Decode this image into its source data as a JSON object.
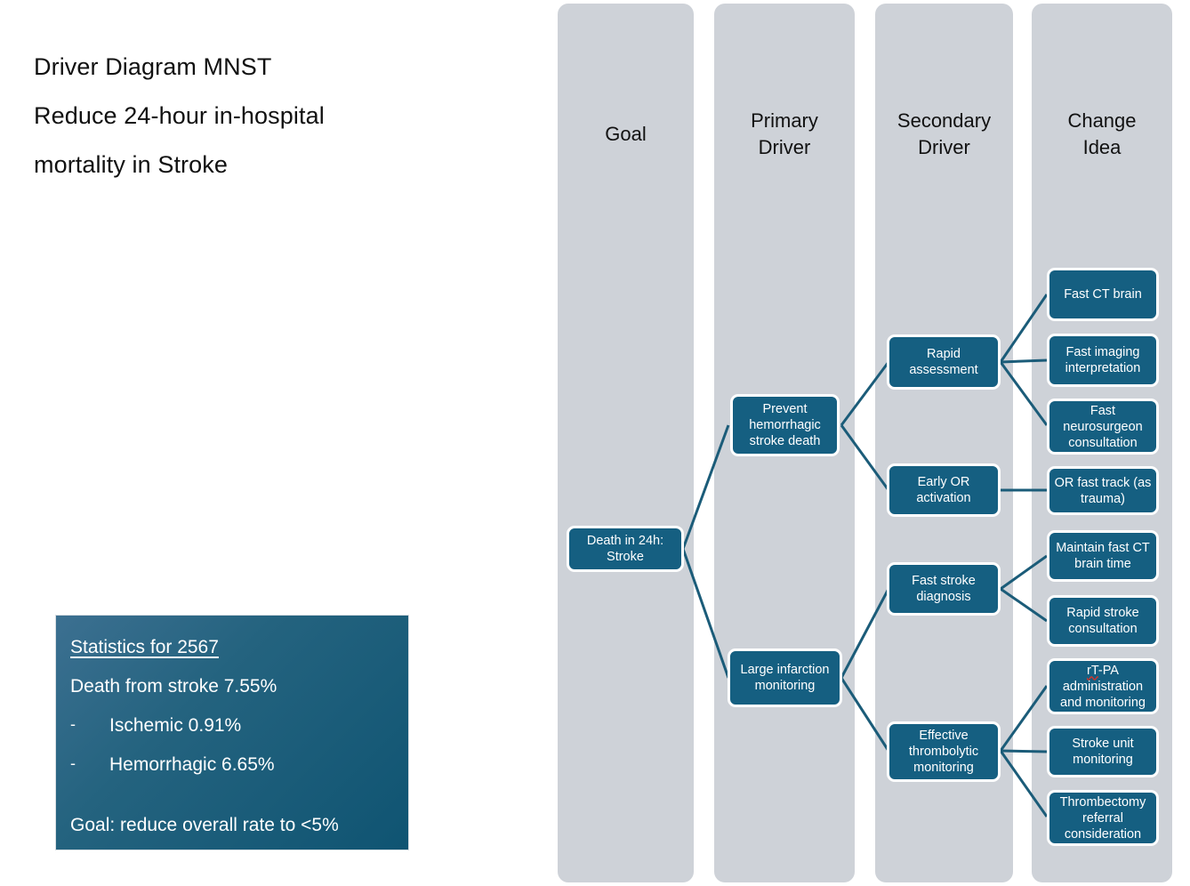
{
  "title": {
    "line1": "Driver Diagram MNST",
    "line2": "Reduce 24-hour in-hospital",
    "line3": "mortality in Stroke"
  },
  "statistics": {
    "heading": "Statistics for 2567",
    "overall": "Death from stroke 7.55%",
    "bullet_marker": "-",
    "items": [
      {
        "label": "Ischemic 0.91%"
      },
      {
        "label": "Hemorrhagic 6.65%"
      }
    ],
    "goal": "Goal: reduce overall rate to <5%"
  },
  "columns": [
    {
      "id": "goal",
      "header": "Goal"
    },
    {
      "id": "primary-driver",
      "header": "Primary\nDriver"
    },
    {
      "id": "secondary-driver",
      "header": "Secondary\nDriver"
    },
    {
      "id": "change-idea",
      "header": "Change\nIdea"
    }
  ],
  "nodes": {
    "goal": [
      {
        "id": "death-24h-stroke",
        "label": "Death in 24h:\nStroke"
      }
    ],
    "primary_drivers": [
      {
        "id": "prevent-hemorrhagic-stroke-death",
        "label": "Prevent\nhemorrhagic\nstroke death"
      },
      {
        "id": "large-infarction-monitoring",
        "label": "Large infarction\nmonitoring"
      }
    ],
    "secondary_drivers": [
      {
        "id": "rapid-assessment",
        "label": "Rapid\nassessment"
      },
      {
        "id": "early-or-activation",
        "label": "Early OR\nactivation"
      },
      {
        "id": "fast-stroke-diagnosis",
        "label": "Fast stroke\ndiagnosis"
      },
      {
        "id": "effective-thrombolytic-monitoring",
        "label": "Effective\nthrombolytic\nmonitoring"
      }
    ],
    "change_ideas": [
      {
        "id": "fast-ct-brain",
        "label": "Fast CT brain"
      },
      {
        "id": "fast-imaging-interpretation",
        "label": "Fast imaging\ninterpretation"
      },
      {
        "id": "fast-neurosurgeon-consultation",
        "label": "Fast\nneurosurgeon\nconsultation"
      },
      {
        "id": "or-fast-track",
        "label": "OR fast track (as\ntrauma)"
      },
      {
        "id": "maintain-fast-ct-brain-time",
        "label": "Maintain fast CT\nbrain time"
      },
      {
        "id": "rapid-stroke-consultation",
        "label": "Rapid stroke\nconsultation"
      },
      {
        "id": "rtpa-administration-and-monitoring",
        "label": "rT-PA\nadministration\nand monitoring",
        "misspelled_token": "rT"
      },
      {
        "id": "stroke-unit-monitoring",
        "label": "Stroke unit\nmonitoring"
      },
      {
        "id": "thrombectomy-referral-consideration",
        "label": "Thrombectomy\nreferral\nconsideration"
      }
    ]
  },
  "colors": {
    "node_fill": "#155f81",
    "node_border": "#ffffff",
    "column_band": "#ced2d8",
    "connector": "#1b5c79",
    "stats_gradient_start": "#3c7091",
    "stats_gradient_end": "#0f5472",
    "page_background": "#ffffff",
    "text_dark": "#111111",
    "spellcheck_underline": "#d0342c"
  }
}
